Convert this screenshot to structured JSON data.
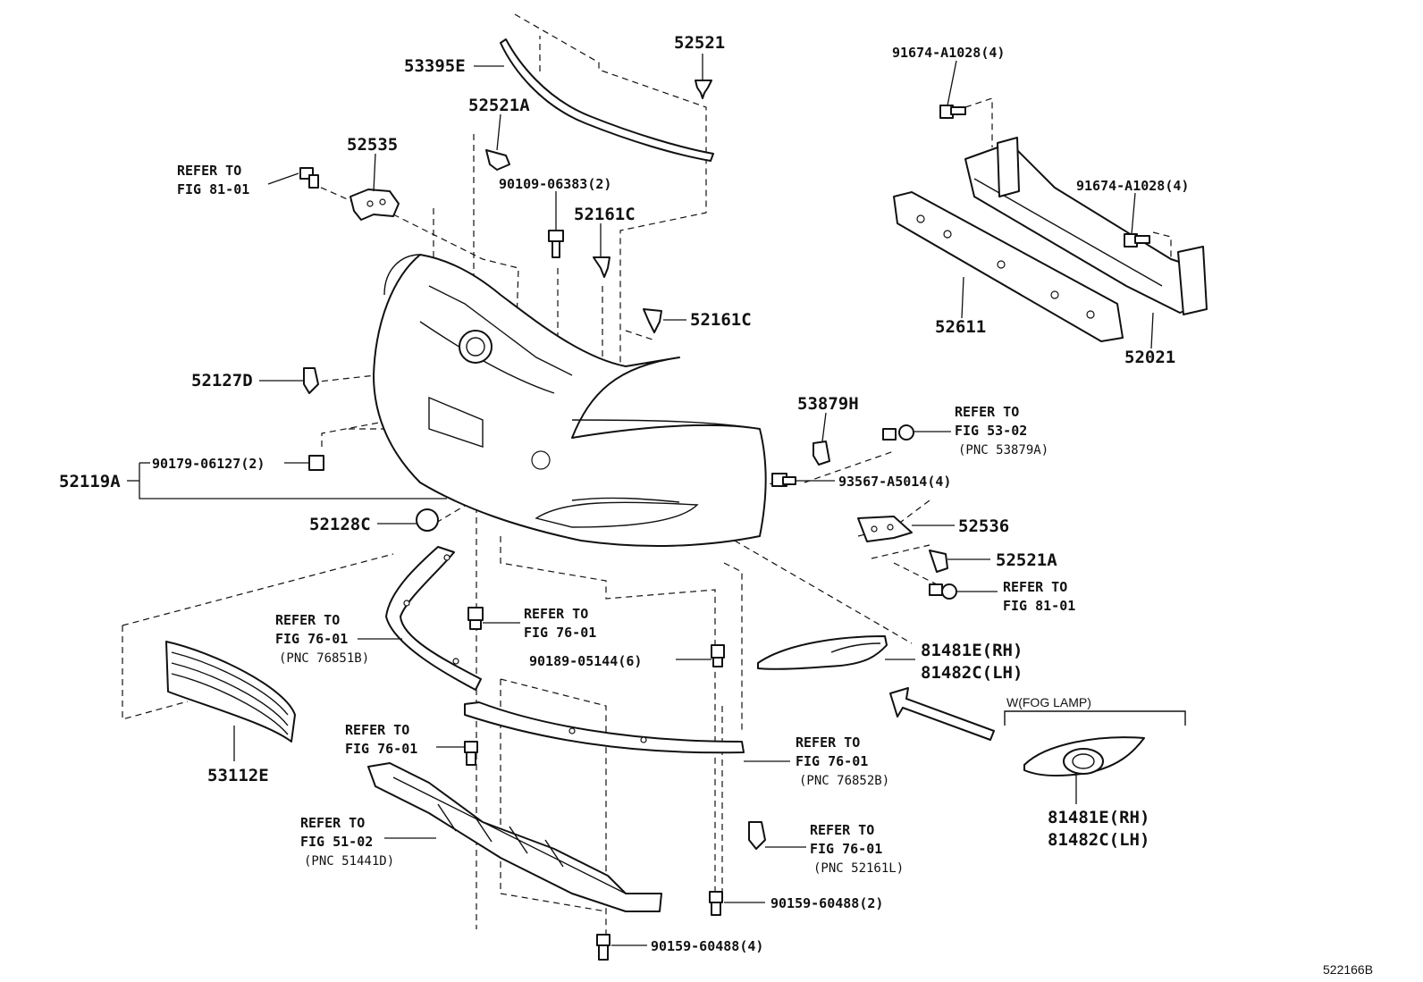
{
  "diagram_id": "522166B",
  "labels": {
    "p53395E": "53395E",
    "p52521": "52521",
    "p52521A_top": "52521A",
    "p52535": "52535",
    "refer_fig81_a_l1": "REFER TO",
    "refer_fig81_a_l2": "FIG 81-01",
    "p90109": "90109-06383(2)",
    "p52161C_a": "52161C",
    "p52161C_b": "52161C",
    "p52127D": "52127D",
    "p91674_a": "91674-A1028(4)",
    "p91674_b": "91674-A1028(4)",
    "p52611": "52611",
    "p52021": "52021",
    "p53879H": "53879H",
    "refer_fig53_l1": "REFER TO",
    "refer_fig53_l2": "FIG 53-02",
    "refer_fig53_l3": "(PNC 53879A)",
    "p93567": "93567-A5014(4)",
    "p90179": "90179-06127(2)",
    "p52119A": "52119A",
    "p52128C": "52128C",
    "p52536": "52536",
    "p52521A_bottom": "52521A",
    "refer_fig81_b_l1": "REFER TO",
    "refer_fig81_b_l2": "FIG 81-01",
    "refer_fig76_a_l1": "REFER TO",
    "refer_fig76_a_l2": "FIG 76-01",
    "refer_fig76_a_l3": "(PNC 76851B)",
    "refer_fig76_b_l1": "REFER TO",
    "refer_fig76_b_l2": "FIG 76-01",
    "p90189": "90189-05144(6)",
    "p81481E_a": "81481E(RH)",
    "p81482C_a": "81482C(LH)",
    "fog_lamp": "W(FOG LAMP)",
    "p81481E_b": "81481E(RH)",
    "p81482C_b": "81482C(LH)",
    "p53112E": "53112E",
    "refer_fig76_c_l1": "REFER TO",
    "refer_fig76_c_l2": "FIG 76-01",
    "refer_fig76_d_l1": "REFER TO",
    "refer_fig76_d_l2": "FIG 76-01",
    "refer_fig76_d_l3": "(PNC 76852B)",
    "refer_fig51_l1": "REFER TO",
    "refer_fig51_l2": "FIG 51-02",
    "refer_fig51_l3": "(PNC 51441D)",
    "refer_fig76_e_l1": "REFER TO",
    "refer_fig76_e_l2": "FIG 76-01",
    "refer_fig76_e_l3": "(PNC 52161L)",
    "p90159_a": "90159-60488(2)",
    "p90159_b": "90159-60488(4)"
  }
}
